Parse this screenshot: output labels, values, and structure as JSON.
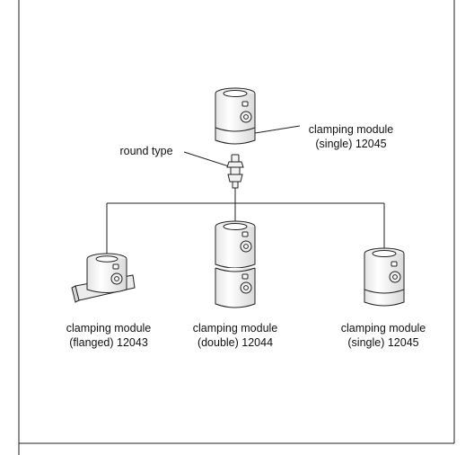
{
  "diagram": {
    "top_module": {
      "line1": "clamping module",
      "line2": "(single) 12045"
    },
    "adapter": {
      "label": "round type"
    },
    "modules": [
      {
        "line1": "clamping module",
        "line2": "(flanged) 12043"
      },
      {
        "line1": "clamping module",
        "line2": "(double) 12044"
      },
      {
        "line1": "clamping module",
        "line2": "(single) 12045"
      }
    ]
  },
  "colors": {
    "stroke": "#222222",
    "body_fill": "#f7f7f7",
    "shade": "#d8d8d8"
  }
}
